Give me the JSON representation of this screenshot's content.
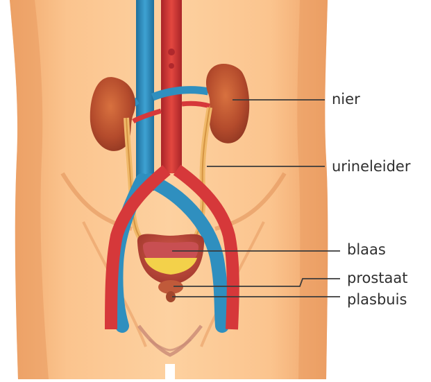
{
  "labels": {
    "kidney": "nier",
    "ureter": "urineleider",
    "bladder": "blaas",
    "prostate": "prostaat",
    "urethra": "plasbuis"
  },
  "colors": {
    "skin": "#f6b67a",
    "skin_shadow": "#e69a5e",
    "vein": "#2f8fbf",
    "artery": "#d6383a",
    "kidney": "#b34a2f",
    "ureter": "#e8a34a",
    "bladder": "#b9453e",
    "urine": "#f3d14a",
    "leader_line": "#3a3a3a"
  }
}
